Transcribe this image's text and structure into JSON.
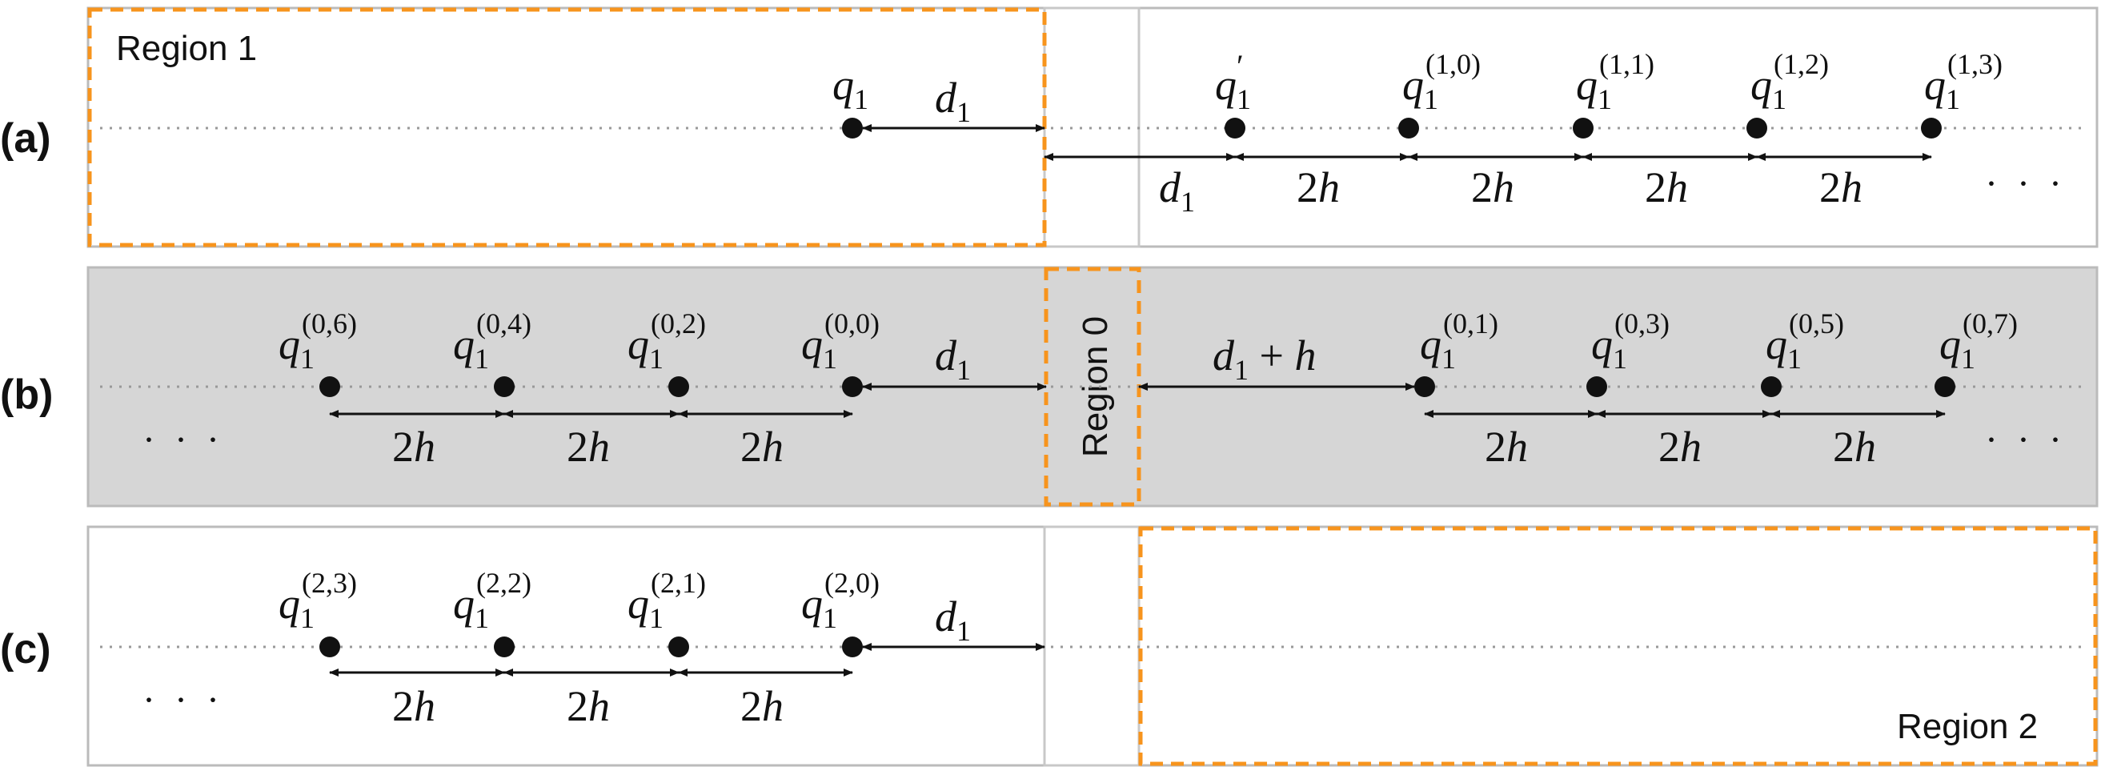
{
  "panels": {
    "a": {
      "label": "(a)",
      "region_label": "Region 1",
      "q_labels": [
        "q1",
        "q1′",
        "q1(1,0)",
        "q1(1,1)",
        "q1(1,2)",
        "q1(1,3)"
      ],
      "arrow_labels": [
        "d1",
        "d1",
        "2h",
        "2h",
        "2h",
        "2h"
      ],
      "ellipsis": "· · ·"
    },
    "b": {
      "label": "(b)",
      "region_label": "Region 0",
      "q_labels": [
        "q1(0,6)",
        "q1(0,4)",
        "q1(0,2)",
        "q1(0,0)",
        "q1(0,1)",
        "q1(0,3)",
        "q1(0,5)",
        "q1(0,7)"
      ],
      "arrow_labels": [
        "2h",
        "2h",
        "2h",
        "d1",
        "d1 + h",
        "2h",
        "2h",
        "2h"
      ],
      "ellipsis_left": "· · ·",
      "ellipsis_right": "· · ·"
    },
    "c": {
      "label": "(c)",
      "region_label": "Region 2",
      "q_labels": [
        "q1(2,3)",
        "q1(2,2)",
        "q1(2,1)",
        "q1(2,0)"
      ],
      "arrow_labels": [
        "2h",
        "2h",
        "2h",
        "d1"
      ],
      "ellipsis": "· · ·"
    }
  },
  "colors": {
    "region_border": "#F7941D",
    "panel_b_fill": "#D6D6D6",
    "frame": "#BBBBBB",
    "axis": "#999999",
    "ink": "#111111"
  }
}
